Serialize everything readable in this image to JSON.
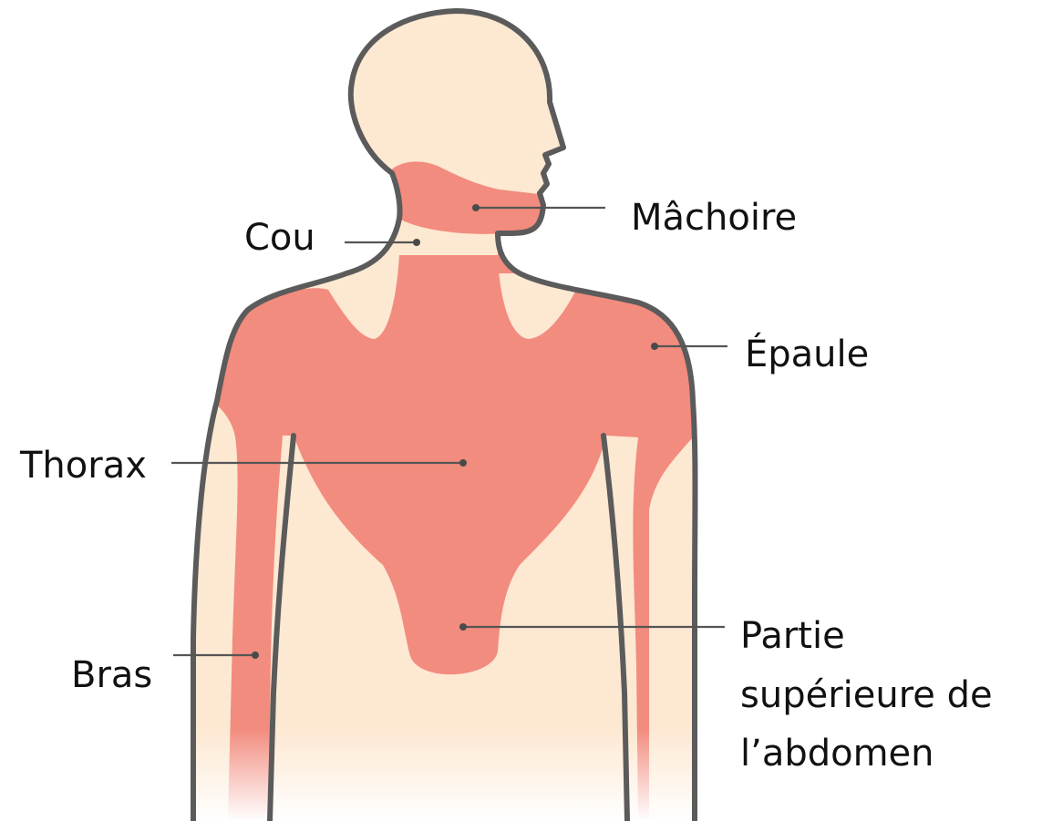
{
  "colors": {
    "skin": "#FDE8D2",
    "pain": "#F28C7E",
    "outline": "#5B5B5B",
    "text": "#111111"
  },
  "labels": {
    "cou": "Cou",
    "machoire": "Mâchoire",
    "epaule": "Épaule",
    "thorax": "Thorax",
    "bras": "Bras",
    "abdomen": [
      "Partie",
      "supérieure de",
      "l’abdomen"
    ]
  }
}
